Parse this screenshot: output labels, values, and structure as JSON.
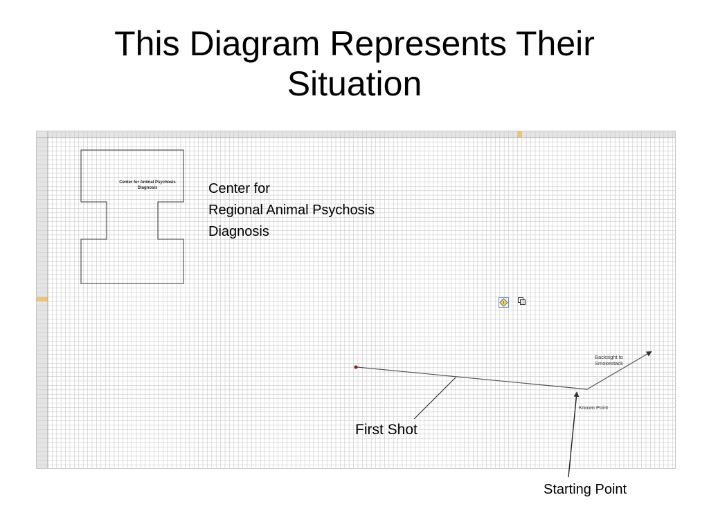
{
  "slide": {
    "title_line1": "This Diagram Represents Their",
    "title_line2": "Situation"
  },
  "building": {
    "title_line1": "Center for Animal Psychosis",
    "title_line2": "Diagnosis"
  },
  "text_block": {
    "line1": "Center for",
    "line2": "Regional Animal Psychosis",
    "line3": "Diagnosis"
  },
  "labels": {
    "backsight_line1": "Backsight to",
    "backsight_line2": "Smokestack",
    "known_point": "Known Point",
    "first_shot": "First Shot",
    "starting_point": "Starting Point"
  },
  "icons": {
    "paste_options": "paste-options-icon",
    "smart_tag": "smart-tag-icon"
  },
  "colors": {
    "line": "#555555",
    "grid": "#c9c9c9",
    "header_bg": "#e4e4e4",
    "point_marker": "#8b1a1a",
    "selected_header": "#f3c26b"
  }
}
